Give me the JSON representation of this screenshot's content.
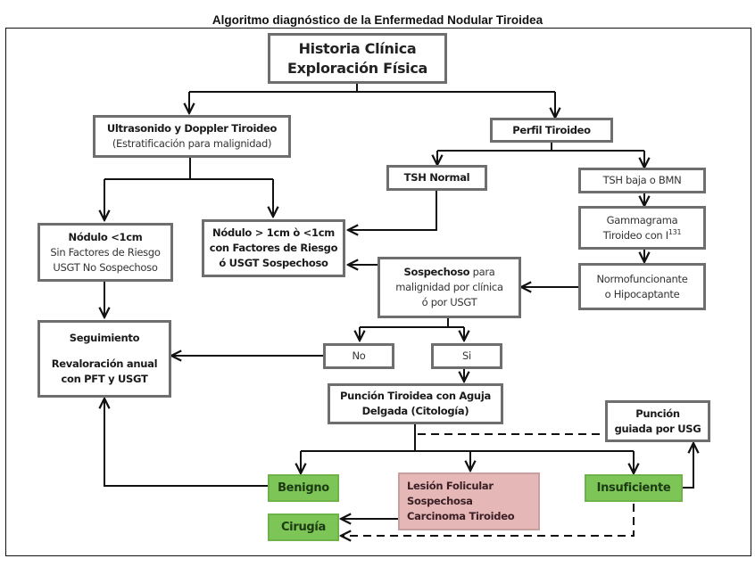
{
  "title": "Algoritmo diagnóstico de la Enfermedad Nodular Tiroidea",
  "nodes": {
    "historia": {
      "line1": "Historia Clínica",
      "line2": "Exploración Física"
    },
    "ultrasonido": {
      "line1": "Ultrasonido  y Doppler Tiroideo",
      "line2": "(Estratificación para malignidad)"
    },
    "perfil": {
      "label": "Perfil Tiroideo"
    },
    "tsh_normal": {
      "label": "TSH Normal"
    },
    "tsh_baja": {
      "label": "TSH baja o BMN"
    },
    "gammagrama": {
      "line1": "Gammagrama",
      "line2": "Tiroideo con I",
      "sup": "131"
    },
    "nodulo_menor": {
      "line1": "Nódulo <1cm",
      "line2": "Sin Factores de Riesgo",
      "line3": "USGT No Sospechoso"
    },
    "nodulo_mayor": {
      "line1": "Nódulo > 1cm ò <1cm",
      "line2": "con Factores de Riesgo",
      "line3": "ó  USGT Sospechoso"
    },
    "sospechoso": {
      "bold": "Sospechoso",
      "rest1": " para",
      "line2": "malignidad por clínica",
      "line3": "ó por USGT"
    },
    "normofuncionante": {
      "line1": "Normofuncionante",
      "line2": "o Hipocaptante"
    },
    "seguimiento": {
      "line1": "Seguimiento",
      "line2": "Revaloración anual",
      "line3": "con PFT y USGT"
    },
    "no": {
      "label": "No"
    },
    "si": {
      "label": "Si"
    },
    "puncion": {
      "line1": "Punción Tiroidea con Aguja",
      "line2": "Delgada (Citología)"
    },
    "puncion_guiada": {
      "line1": "Punción",
      "line2": "guiada por USG"
    },
    "benigno": {
      "label": "Benigno"
    },
    "lesion": {
      "line1": "Lesión Folicular",
      "line2": "Sospechosa",
      "line3": "Carcinoma Tiroideo"
    },
    "insuficiente": {
      "label": "Insuficiente"
    },
    "cirugia": {
      "label": "Cirugía"
    }
  },
  "colors": {
    "green": "#7cc556",
    "pink": "#e6b7b7",
    "border": "#6e6e6e",
    "line": "#111111"
  }
}
